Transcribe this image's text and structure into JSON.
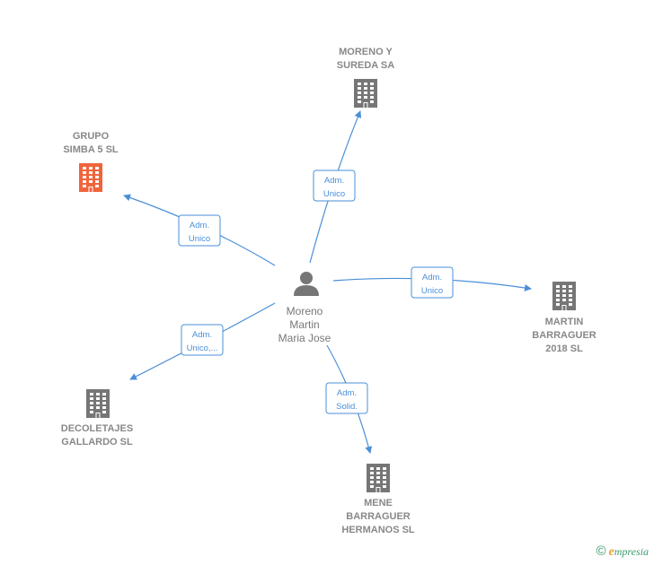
{
  "colors": {
    "edge": "#4a8fd8",
    "building_default": "#767676",
    "building_highlight": "#f0643c",
    "label": "#888888",
    "copyright": "#3a9a6a",
    "brand_e": "#e8a13a"
  },
  "person": {
    "name_lines": [
      "Moreno",
      "Martin",
      "Maria Jose"
    ],
    "icon": "person-icon"
  },
  "companies": [
    {
      "id": "grupo-simba",
      "name_lines": [
        "GRUPO",
        "SIMBA 5  SL"
      ],
      "highlight": true,
      "icon": "building-icon"
    },
    {
      "id": "moreno-sureda",
      "name_lines": [
        "MORENO Y",
        "SUREDA SA"
      ],
      "highlight": false,
      "icon": "building-icon"
    },
    {
      "id": "martin-barraguer",
      "name_lines": [
        "MARTIN",
        "BARRAGUER",
        "2018  SL"
      ],
      "highlight": false,
      "icon": "building-icon"
    },
    {
      "id": "mene-barraguer",
      "name_lines": [
        "MENE",
        "BARRAGUER",
        "HERMANOS  SL"
      ],
      "highlight": false,
      "icon": "building-icon"
    },
    {
      "id": "decoletajes-gallardo",
      "name_lines": [
        "DECOLETAJES",
        "GALLARDO  SL"
      ],
      "highlight": false,
      "icon": "building-icon"
    }
  ],
  "relations": [
    {
      "target": "grupo-simba",
      "label_lines": [
        "Adm.",
        "Unico"
      ]
    },
    {
      "target": "moreno-sureda",
      "label_lines": [
        "Adm.",
        "Unico"
      ]
    },
    {
      "target": "martin-barraguer",
      "label_lines": [
        "Adm.",
        "Unico"
      ]
    },
    {
      "target": "mene-barraguer",
      "label_lines": [
        "Adm.",
        "Solid."
      ]
    },
    {
      "target": "decoletajes-gallardo",
      "label_lines": [
        "Adm.",
        "Unico,..."
      ]
    }
  ],
  "copyright": {
    "symbol": "©",
    "brand_first": "e",
    "brand_rest": "mpresia"
  }
}
